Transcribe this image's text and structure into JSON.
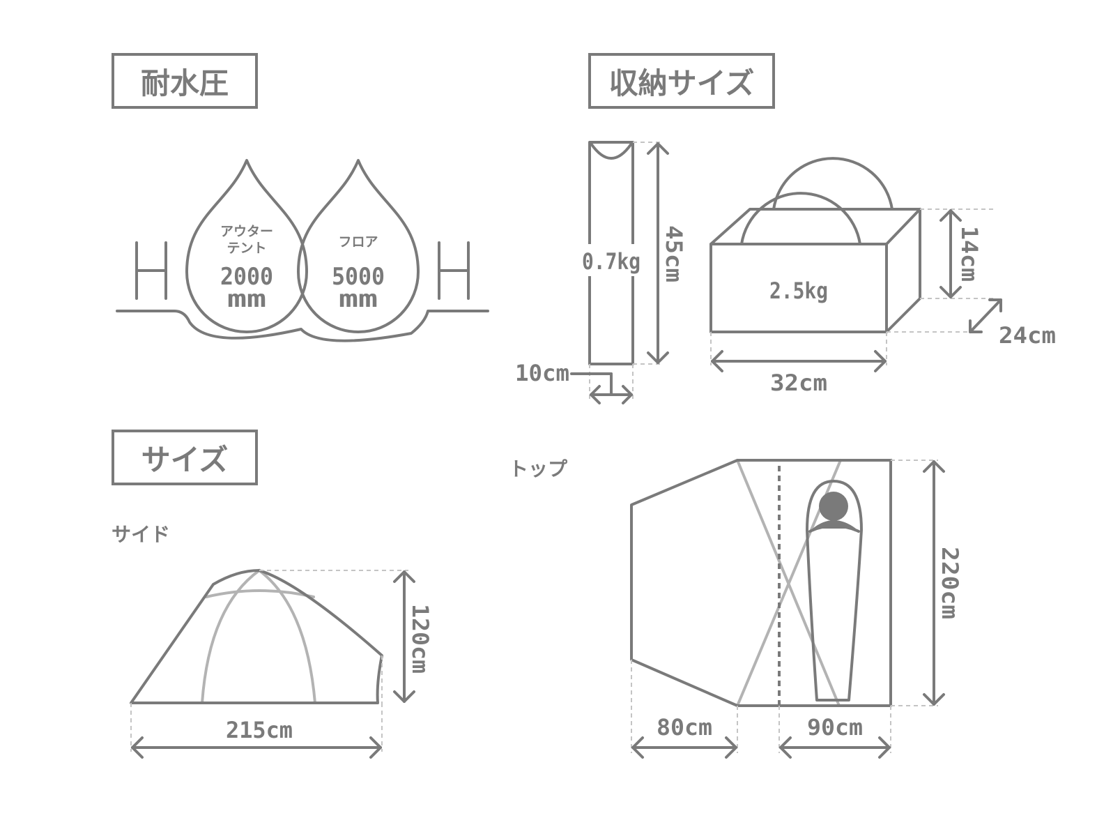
{
  "waterproof": {
    "heading": "耐水圧",
    "outer_label_line1": "アウター",
    "outer_label_line2": "テント",
    "outer_value": "2000",
    "outer_unit": "mm",
    "floor_label": "フロア",
    "floor_value": "5000",
    "floor_unit": "mm"
  },
  "storage": {
    "heading": "収納サイズ",
    "pole_weight": "0.7kg",
    "pole_length": "45cm",
    "pole_diameter": "10cm",
    "bag_weight": "2.5kg",
    "bag_height": "14cm",
    "bag_depth": "24cm",
    "bag_width": "32cm"
  },
  "size": {
    "heading": "サイズ",
    "side_label": "サイド",
    "side_height": "120cm",
    "side_length": "215cm",
    "top_label": "トップ",
    "top_length": "220cm",
    "top_vestibule": "80cm",
    "top_inner": "90cm"
  }
}
